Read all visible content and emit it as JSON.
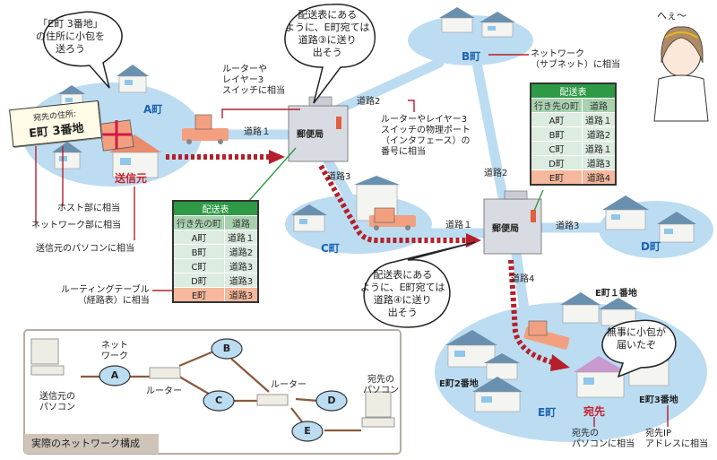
{
  "speech_bubbles": {
    "sender": [
      "「E町 3番地」",
      "の住所に小包を",
      "送ろう"
    ],
    "router1": [
      "配送表にある",
      "ように、E町宛ては",
      "道路③に送り",
      "出そう"
    ],
    "router2": [
      "配送表にある",
      "ように、E町宛ては",
      "道路④に送り",
      "出そう"
    ],
    "destination": [
      "無事に小包が",
      "届いたぞ"
    ],
    "character": "へぇ〜"
  },
  "address_tag": {
    "label": "宛先の住所:",
    "value": "E町 3番地"
  },
  "towns": {
    "a": "A町",
    "b": "B町",
    "c": "C町",
    "d": "D町",
    "e": "E町"
  },
  "places": {
    "sender": "送信元",
    "destination": "宛先",
    "post_office": "郵便局",
    "e1": "E町１番地",
    "e2": "E町2番地",
    "e3": "E町3番地"
  },
  "roads": {
    "r1_road1": "道路１",
    "r1_road2": "道路2",
    "r1_road3": "道路3",
    "r2_road1": "道路１",
    "r2_road2": "道路2",
    "r2_road3": "道路3",
    "r2_road4": "道路4"
  },
  "annotations": {
    "router": [
      "ルーターや",
      "レイヤー3",
      "スイッチに相当"
    ],
    "port": [
      "ルーターやレイヤー3",
      "スイッチの物理ポート",
      "（インタフェース）の",
      "番号に相当"
    ],
    "subnet": [
      "ネットワーク",
      "（サブネット）に相当"
    ],
    "host_part": "ホスト部に相当",
    "network_part": "ネットワーク部に相当",
    "sender_pc": "送信元のパソコンに相当",
    "routing_table": [
      "ルーティングテーブル",
      "（経路表）に相当"
    ],
    "dest_pc": [
      "宛先の",
      "パソコンに相当"
    ],
    "dest_ip": [
      "宛先IP",
      "アドレスに相当"
    ]
  },
  "table1": {
    "title": "配送表",
    "headers": [
      "行き先の町",
      "道路"
    ],
    "rows": [
      [
        "A町",
        "道路１"
      ],
      [
        "B町",
        "道路2"
      ],
      [
        "C町",
        "道路3"
      ],
      [
        "D町",
        "道路3"
      ],
      [
        "E町",
        "道路3"
      ]
    ],
    "highlight_row": 4
  },
  "table2": {
    "title": "配送表",
    "headers": [
      "行き先の町",
      "道路"
    ],
    "rows": [
      [
        "A町",
        "道路１"
      ],
      [
        "B町",
        "道路2"
      ],
      [
        "C町",
        "道路１"
      ],
      [
        "D町",
        "道路3"
      ],
      [
        "E町",
        "道路4"
      ]
    ],
    "highlight_row": 4
  },
  "network_diagram": {
    "caption": "実際のネットワーク構成",
    "sender_pc": [
      "送信元の",
      "パソコン"
    ],
    "dest_pc": [
      "宛先の",
      "パソコン"
    ],
    "network_label": [
      "ネット",
      "ワーク"
    ],
    "router_label": "ルーター",
    "nodes": [
      "A",
      "B",
      "C",
      "D",
      "E"
    ]
  },
  "colors": {
    "town_fill": "#bcdcf2",
    "road": "#bcdcf2",
    "route_red": "#b4202a",
    "table_green": "#2e9a46",
    "highlight": "#f5b89c",
    "town_text": "#1e63b4",
    "net_line": "#8b5a3c",
    "node_fill": "#bcdcf2"
  }
}
